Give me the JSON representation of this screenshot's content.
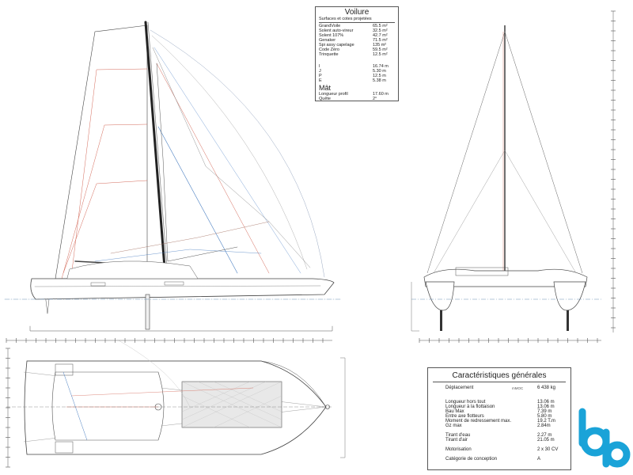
{
  "voile": {
    "title": "Voilure",
    "subtitle": "Surfaces et cotes projetées",
    "sails": [
      {
        "label": "GrandVoile",
        "value": "65.5 m²"
      },
      {
        "label": "Solent auto-vireur",
        "value": "32.5 m²"
      },
      {
        "label": "Solent 107%",
        "value": "42.7 m²"
      },
      {
        "label": "Genaker",
        "value": "71.5 m²"
      },
      {
        "label": "Spi assy capelage",
        "value": "135 m²"
      },
      {
        "label": "Code Zéro",
        "value": "59.5 m²"
      },
      {
        "label": "Trinquette",
        "value": "12.5 m²"
      }
    ],
    "rig": [
      {
        "label": "I",
        "value": "16.74 m"
      },
      {
        "label": "J",
        "value": "5.30 m"
      },
      {
        "label": "P",
        "value": "12.5 m"
      },
      {
        "label": "E",
        "value": "5.38 m"
      }
    ],
    "mast_title": "Mât",
    "mast": [
      {
        "label": "Longueur profil",
        "value": "17.60 m"
      },
      {
        "label": "Quête",
        "value": "2°"
      }
    ]
  },
  "carac": {
    "title": "Caractéristiques générales",
    "deplacement": {
      "label": "Déplacement",
      "unit": "mMOC",
      "value": "6 438 kg"
    },
    "dims": [
      {
        "label": "Longueur hors tout",
        "value": "13.06 m"
      },
      {
        "label": "Longueur à la flottaison",
        "value": "13.06 m"
      },
      {
        "label": "Bau Max",
        "value": "7.39 m"
      },
      {
        "label": "Entre axe flotteurs",
        "value": "5.80 m"
      },
      {
        "label": "Moment de redressement max.",
        "value": "19.2 T.m"
      },
      {
        "label": "Gz max",
        "value": "2.84m"
      }
    ],
    "tirant": [
      {
        "label": "Tirant d'eau",
        "value": "2.27 m"
      },
      {
        "label": "Tirant d'air",
        "value": "21.05 m"
      }
    ],
    "motorisation": {
      "label": "Motorisation",
      "value": "2 x 30 CV"
    },
    "categorie": {
      "label": "Catégorie de conception",
      "value": "A"
    }
  },
  "colors": {
    "line": "#555555",
    "red": "#d46a5a",
    "blue": "#4a7fc1",
    "grey": "#9a9a9a",
    "logo_blue": "#1aa3d8",
    "waterline": "#6b8fb5"
  },
  "icons": {
    "logo": "brand-logo-icon"
  }
}
